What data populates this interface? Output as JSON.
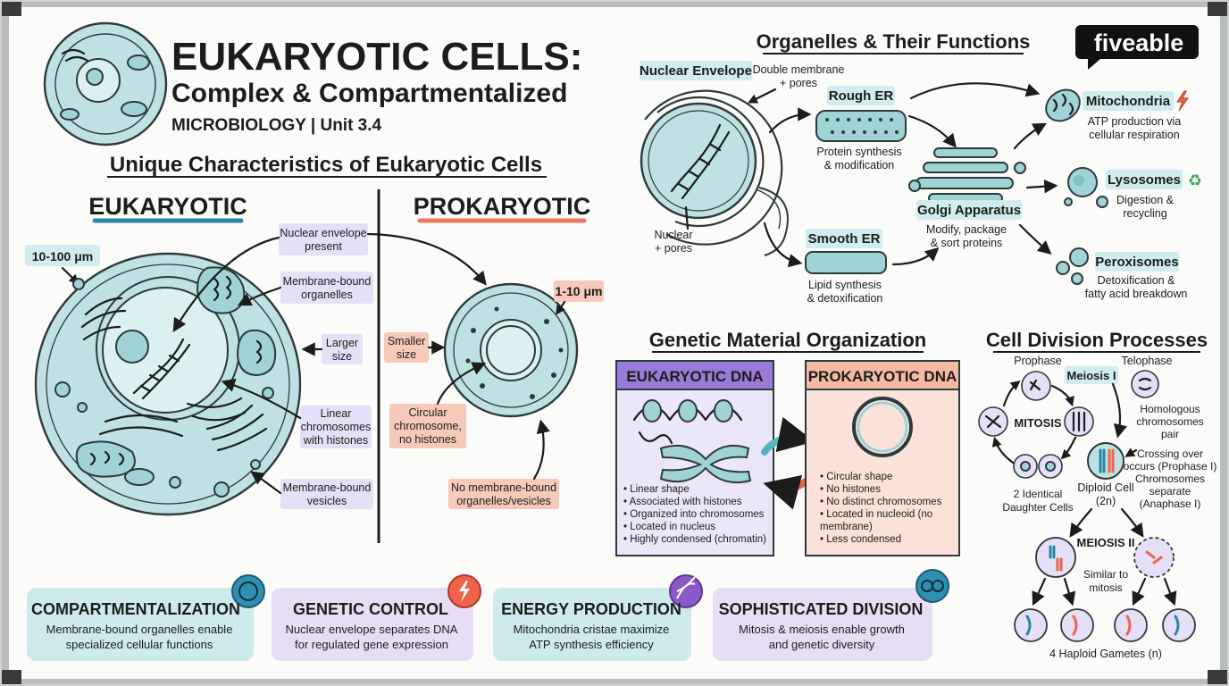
{
  "header": {
    "title": "EUKARYOTIC CELLS:",
    "subtitle": "Complex & Compartmentalized",
    "course": "MICROBIOLOGY | Unit 3.4",
    "brand": "fiveable"
  },
  "unique": {
    "heading": "Unique Characteristics of Eukaryotic Cells",
    "euk_label": "EUKARYOTIC",
    "prok_label": "PROKARYOTIC",
    "euk_size": "10-100 μm",
    "prok_size": "1-10 μm",
    "callouts": {
      "nuclear_envelope": [
        "Nuclear envelope",
        "present"
      ],
      "membrane_organelles": [
        "Membrane-bound",
        "organelles"
      ],
      "larger": [
        "Larger",
        "size"
      ],
      "linear": [
        "Linear",
        "chromosomes",
        "with histones"
      ],
      "vesicles": [
        "Membrane-bound",
        "vesicles"
      ],
      "smaller": [
        "Smaller",
        "size"
      ],
      "circular": [
        "Circular",
        "chromosome,",
        "no histones"
      ],
      "no_membrane": [
        "No membrane-bound",
        "organelles/vesicles"
      ]
    }
  },
  "organelles": {
    "heading": "Organelles & Their Functions",
    "nuclear_envelope": "Nuclear Envelope",
    "nuclear_envelope_note": [
      "Double membrane",
      "+ pores"
    ],
    "nucleus_note": [
      "Nuclear",
      "+ pores"
    ],
    "rough_er": "Rough ER",
    "rough_er_note": [
      "Protein synthesis",
      "& modification"
    ],
    "smooth_er": "Smooth ER",
    "smooth_er_note": [
      "Lipid synthesis",
      "& detoxification"
    ],
    "golgi": "Golgi Apparatus",
    "golgi_note": [
      "Modify, package",
      "& sort proteins"
    ],
    "mitochondria": "Mitochondria",
    "mitochondria_note": [
      "ATP production via",
      "cellular respiration"
    ],
    "lysosomes": "Lysosomes",
    "lysosomes_note": [
      "Digestion &",
      "recycling"
    ],
    "peroxisomes": "Peroxisomes",
    "peroxisomes_note": [
      "Detoxification &",
      "fatty acid breakdown"
    ]
  },
  "genetic": {
    "heading": "Genetic Material Organization",
    "euk_title": "EUKARYOTIC DNA",
    "euk_points": [
      "• Linear shape",
      "• Associated with histones",
      "• Organized into chromosomes",
      "• Located in nucleus",
      "• Highly condensed (chromatin)"
    ],
    "prok_title": "PROKARYOTIC DNA",
    "prok_points": [
      "• Circular shape",
      "• No histones",
      "• No distinct chromosomes",
      "• Located in nucleoid (no",
      "  membrane)",
      "• Less condensed"
    ]
  },
  "division": {
    "heading": "Cell Division Processes",
    "prophase": "Prophase",
    "telophase": "Telophase",
    "meiosis1": "Meiosis I",
    "mitosis": "MITOSIS",
    "homologous": [
      "Homologous",
      "chromosomes",
      "pair"
    ],
    "crossing": [
      "Crossing over",
      "occurs (Prophase I)",
      "Chromosomes",
      "separate",
      "(Anaphase I)"
    ],
    "daughters": [
      "2 Identical",
      "Daughter Cells"
    ],
    "diploid": [
      "Diploid Cell",
      "(2n)"
    ],
    "meiosis2": "MEIOSIS II",
    "similar": [
      "Similar to",
      "mitosis"
    ],
    "gametes": "4 Haploid Gametes (n)"
  },
  "cards": [
    {
      "title": "COMPARTMENTALIZATION",
      "lines": [
        "Membrane-bound organelles enable",
        "specialized cellular functions"
      ],
      "color": "#cfeaec",
      "badge": "#2f8fb0"
    },
    {
      "title": "GENETIC CONTROL",
      "lines": [
        "Nuclear envelope separates DNA",
        "for regulated gene expression"
      ],
      "color": "#e7def6",
      "badge": "#f0634a"
    },
    {
      "title": "ENERGY PRODUCTION",
      "lines": [
        "Mitochondria cristae maximize",
        "ATP synthesis efficiency"
      ],
      "color": "#cfeaec",
      "badge": "#8a5ac8"
    },
    {
      "title": "SOPHISTICATED DIVISION",
      "lines": [
        "Mitosis & meiosis enable growth",
        "and genetic diversity"
      ],
      "color": "#e7def6",
      "badge": "#2f8fb0"
    }
  ],
  "colors": {
    "teal": "#9fd3d6",
    "purple": "#9a7ad8",
    "salmon": "#f6c9b9",
    "label_purple": "#e5e0f7",
    "label_teal": "#d0ecee"
  }
}
